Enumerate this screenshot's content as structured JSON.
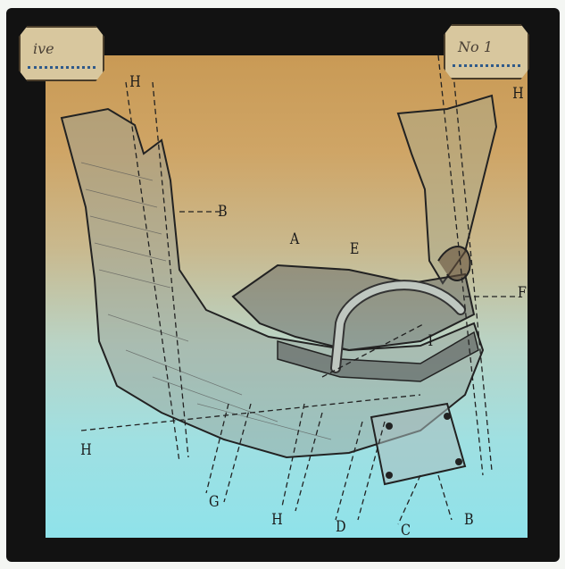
{
  "slide": {
    "corner_label_left": "ive",
    "corner_label_right": "No 1"
  },
  "labels": {
    "H_top_left": "H",
    "H_top_right": "H",
    "B_upper": "B",
    "A": "A",
    "E": "E",
    "F": "F",
    "I": "I",
    "H_left": "H",
    "G": "G",
    "H_bottom": "H",
    "D": "D",
    "C": "C",
    "B_lower": "B"
  },
  "colors": {
    "frame": "#121212",
    "glass_top": "#c99a55",
    "glass_bottom": "#8fe2ea",
    "ink": "#1a1a1a"
  }
}
